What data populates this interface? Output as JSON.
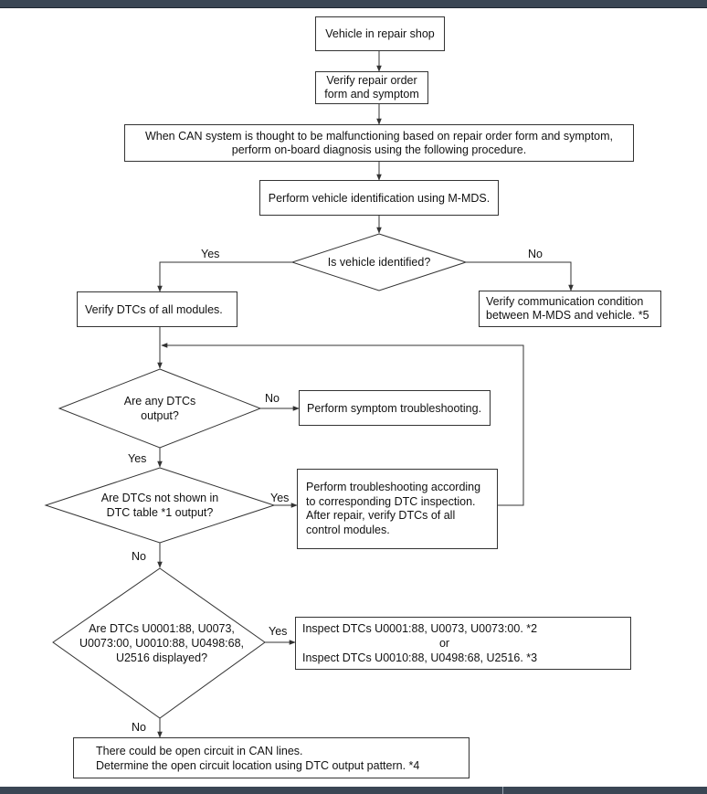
{
  "nodes": {
    "start": "Vehicle in repair shop",
    "verify_order": [
      "Verify repair order",
      "form and symptom"
    ],
    "can_check": [
      "When CAN system is thought to be malfunctioning based on repair order form and symptom,",
      "perform on-board diagnosis using the following procedure."
    ],
    "identify": "Perform vehicle identification using M-MDS.",
    "q_identified": "Is vehicle identified?",
    "verify_comm": [
      "Verify communication condition",
      "between M-MDS and vehicle. *5"
    ],
    "verify_dtcs": "Verify DTCs of all modules.",
    "q_any_dtcs": [
      "Are any DTCs",
      "output?"
    ],
    "symptom_ts": "Perform symptom troubleshooting.",
    "q_not_shown": [
      "Are DTCs not shown in",
      "DTC table *1 output?"
    ],
    "dtc_inspection": [
      "Perform troubleshooting according",
      "to corresponding DTC inspection.",
      "After repair, verify DTCs of all",
      "control modules."
    ],
    "q_specific": [
      "Are DTCs U0001:88, U0073,",
      "U0073:00, U0010:88, U0498:68,",
      "U2516 displayed?"
    ],
    "inspect_1": "Inspect DTCs U0001:88, U0073, U0073:00.  *2",
    "or": "or",
    "inspect_2": "Inspect DTCs U0010:88, U0498:68, U2516.  *3",
    "open_circuit": [
      "There could be open circuit in CAN lines.",
      "Determine the open circuit location using DTC output pattern.  *4"
    ]
  },
  "labels": {
    "yes_identified": "Yes",
    "no_identified": "No",
    "no_any": "No",
    "yes_any": "Yes",
    "yes_not_shown": "Yes",
    "no_not_shown": "No",
    "yes_specific": "Yes",
    "no_specific": "No"
  },
  "colors": {
    "line": "#333333",
    "frame": "#3a4654"
  }
}
